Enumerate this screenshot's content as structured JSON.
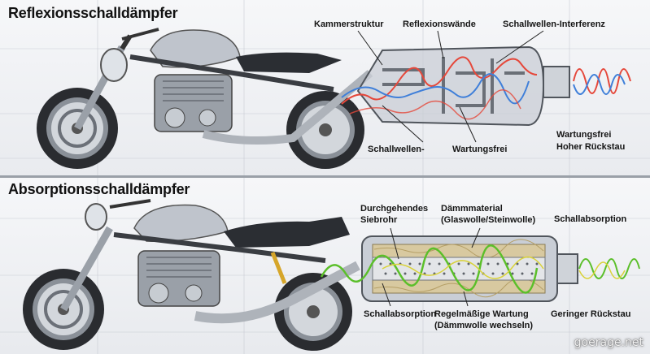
{
  "colors": {
    "wave_red": "#e5483b",
    "wave_blue": "#3f7fd9",
    "wave_green": "#5bbf2a",
    "wave_yellow": "#d9d23a",
    "metal": "#c9ced6",
    "tank": "#bfc4cc",
    "dark": "#2b2e33",
    "insulation": "#d8c9a0"
  },
  "top": {
    "title": "Reflexionsschalldämpfer",
    "labels": {
      "chamber_structure": "Kammerstruktur",
      "reflection_walls": "Reflexionswände",
      "wave_interference": "Schallwellen-Interferenz",
      "sound_waves": "Schallwellen-",
      "maintenance_free": "Wartungsfrei",
      "maintenance_free_right": "Wartungsfrei",
      "high_backpressure": "Hoher Rückstau"
    }
  },
  "bottom": {
    "title": "Absorptionsschalldämpfer",
    "labels": {
      "perforated_tube_line1": "Durchgehendes",
      "perforated_tube_line2": "Siebrohr",
      "insulation_line1": "Dämmmaterial",
      "insulation_line2": "(Glaswolle/Steinwolle)",
      "sound_absorption_right": "Schallabsorption",
      "sound_absorption_left": "Schallabsorption",
      "regular_maintenance_line1": "Regelmäßige Wartung",
      "regular_maintenance_line2": "(Dämmwolle wechseln)",
      "low_backpressure": "Geringer Rückstau"
    }
  },
  "watermark": "goerage.net"
}
